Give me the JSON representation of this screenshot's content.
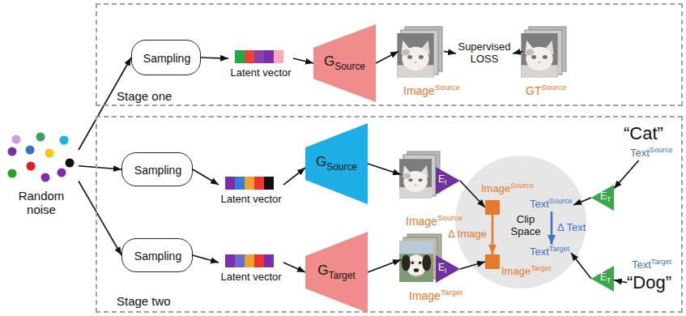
{
  "diagram": {
    "nodes": [
      {
        "text": [
          "Stage one"
        ]
      },
      {
        "text": [
          "Stage two"
        ]
      },
      {
        "text": [
          "Random noise"
        ]
      },
      {
        "text": [
          "Sampling"
        ],
        "in": 0
      },
      {
        "text": [
          "Latent vector"
        ],
        "in": 0
      },
      {
        "text": [
          "G",
          "Source"
        ],
        "in": 0
      },
      {
        "text": [
          "Image",
          "Source"
        ],
        "in": 0
      },
      {
        "text": [
          "Supervised LOSS"
        ],
        "in": 0
      },
      {
        "text": [
          "GT",
          "Source"
        ],
        "in": 0
      },
      {
        "text": [
          "Sampling"
        ],
        "in": 1
      },
      {
        "text": [
          "Latent vector"
        ],
        "in": 1
      },
      {
        "text": [
          "G",
          "Source"
        ],
        "in": 1
      },
      {
        "text": [
          "Image",
          "Source"
        ],
        "in": 1
      },
      {
        "text": [
          "E",
          "I"
        ],
        "in": 1
      },
      {
        "text": [
          "Clip Space"
        ],
        "in": 1
      },
      {
        "text": [
          "Image",
          "Source"
        ],
        "in": 14
      },
      {
        "text": [
          "Text",
          "Source"
        ],
        "in": 14
      },
      {
        "text": [
          "Image",
          "Target"
        ],
        "in": 14
      },
      {
        "text": [
          "Text",
          "Target"
        ],
        "in": 14
      },
      {
        "text": [
          "E",
          "T"
        ],
        "in": 1
      },
      {
        "text": [
          "“Cat”",
          "Text",
          "Source"
        ],
        "in": 1
      },
      {
        "text": [
          "Sampling"
        ],
        "in": 1
      },
      {
        "text": [
          "Latent vector"
        ],
        "in": 1
      },
      {
        "text": [
          "G",
          "Target"
        ],
        "in": 1
      },
      {
        "text": [
          "Image",
          "Target"
        ],
        "in": 1
      },
      {
        "text": [
          "E",
          "I"
        ],
        "in": 1
      },
      {
        "text": [
          "E",
          "T"
        ],
        "in": 1
      },
      {
        "text": [
          "Text",
          "Target",
          "“Dog”"
        ],
        "in": 1
      }
    ],
    "edges": [
      {
        "from": 2,
        "to": 3,
        "arrow": "to"
      },
      {
        "from": 3,
        "to": 4,
        "arrow": "to"
      },
      {
        "from": 4,
        "to": 5,
        "arrow": "to"
      },
      {
        "from": 5,
        "to": 6,
        "arrow": "to"
      },
      {
        "from": 6,
        "to": 7,
        "arrow": "to"
      },
      {
        "from": 8,
        "to": 7,
        "arrow": "to"
      },
      {
        "from": 2,
        "to": 9,
        "arrow": "to"
      },
      {
        "from": 9,
        "to": 10,
        "arrow": "to"
      },
      {
        "from": 10,
        "to": 11,
        "arrow": "to"
      },
      {
        "from": 11,
        "to": 12,
        "arrow": "to"
      },
      {
        "from": 13,
        "to": 15,
        "arrow": "to"
      },
      {
        "from": 15,
        "to": 17,
        "label": "Δ Image",
        "arrow": "to"
      },
      {
        "from": 20,
        "to": 19,
        "arrow": "to"
      },
      {
        "from": 19,
        "to": 16,
        "arrow": "to"
      },
      {
        "from": 16,
        "to": 18,
        "label": "Δ Text",
        "arrow": "to"
      },
      {
        "from": 2,
        "to": 21,
        "arrow": "to"
      },
      {
        "from": 21,
        "to": 22,
        "arrow": "to"
      },
      {
        "from": 22,
        "to": 23,
        "arrow": "to"
      },
      {
        "from": 23,
        "to": 24,
        "arrow": "to"
      },
      {
        "from": 25,
        "to": 17,
        "arrow": "to"
      },
      {
        "from": 27,
        "to": 26,
        "arrow": "to"
      },
      {
        "from": 26,
        "to": 18,
        "arrow": "to"
      }
    ]
  }
}
